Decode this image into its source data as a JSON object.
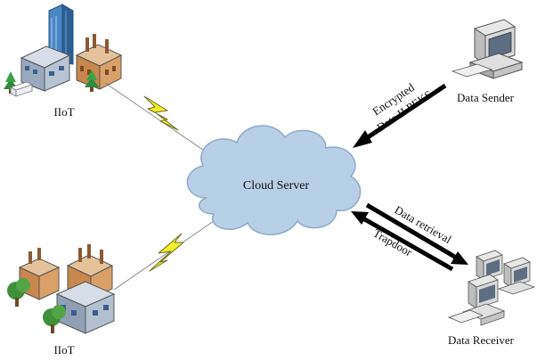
{
  "nodes": {
    "iot_top": {
      "label": "IIoT",
      "icon": "factory-icon"
    },
    "iot_bottom": {
      "label": "IIoT",
      "icon": "factory-icon"
    },
    "cloud": {
      "label": "Cloud Server",
      "icon": "cloud-icon"
    },
    "sender": {
      "label": "Data Sender",
      "icon": "computer-icon"
    },
    "receiver": {
      "label": "Data Receiver",
      "icon": "computer-cluster-icon"
    }
  },
  "edges": {
    "sender_to_cloud": {
      "line1": "Encrypted",
      "line2": "Data  II  PEKS"
    },
    "cloud_to_receiver": {
      "label": "Data retrieval"
    },
    "receiver_to_cloud": {
      "label": "Trapdoor"
    }
  },
  "colors": {
    "cloud_fill": "#b8cfe8",
    "cloud_stroke": "#8fa9c8",
    "lightning_fill": "#f2ef2a",
    "lightning_stroke": "#6b6b20",
    "arrow": "#000000"
  }
}
